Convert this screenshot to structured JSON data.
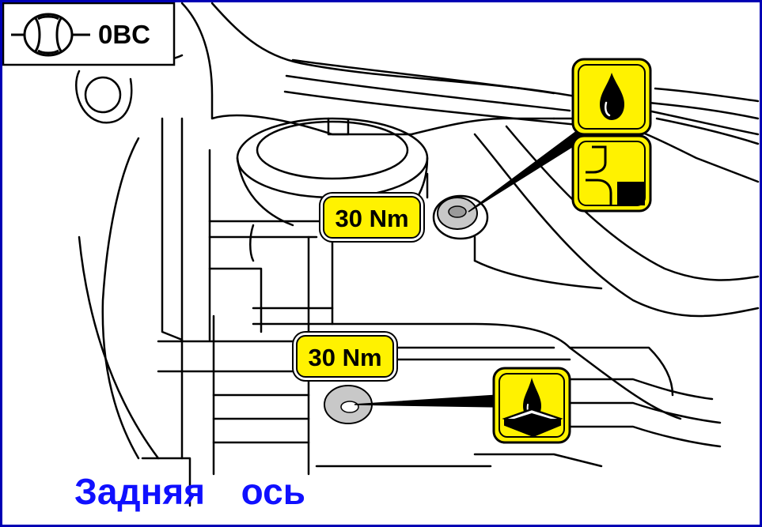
{
  "header": {
    "code": "0BC",
    "component_icon": "gearbox-symbol-icon"
  },
  "callouts": [
    {
      "torque": "30 Nm",
      "icons": [
        "oil-drop-icon",
        "fill-level-icon"
      ]
    },
    {
      "torque": "30 Nm",
      "icons": [
        "drain-oil-pan-icon"
      ]
    }
  ],
  "caption": "Задняя  ось",
  "colors": {
    "frame": "#0000b4",
    "caption": "#1010ff",
    "badge": "#fff200",
    "plug": "#c8c8c8"
  }
}
